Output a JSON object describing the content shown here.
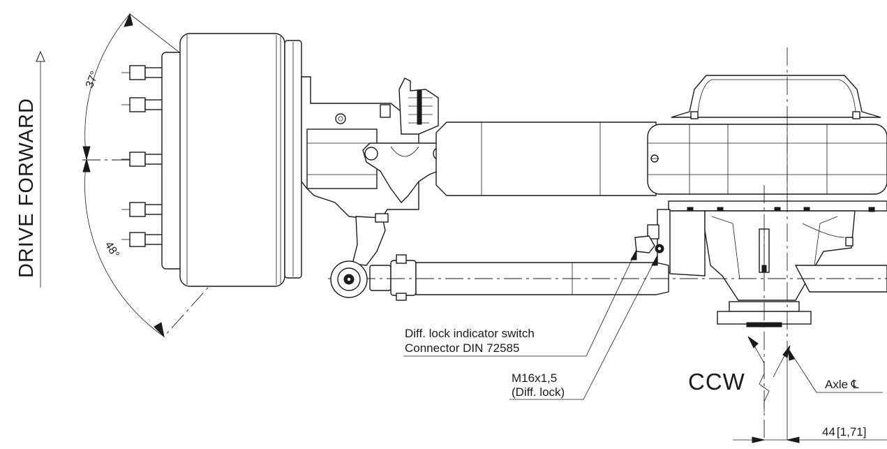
{
  "labels": {
    "drive_forward": "DRIVE FORWARD",
    "angle_upper": "37°",
    "angle_lower": "48°",
    "diff_lock_switch_line1": "Diff. lock indicator switch",
    "diff_lock_switch_line2": "Connector DIN 72585",
    "thread_line1": "M16x1,5",
    "thread_line2": "(Diff. lock)",
    "rotation": "CCW",
    "axle_centerline": "Axle ℄",
    "offset_dim": "44",
    "offset_dim_inch": "[1,71]"
  }
}
